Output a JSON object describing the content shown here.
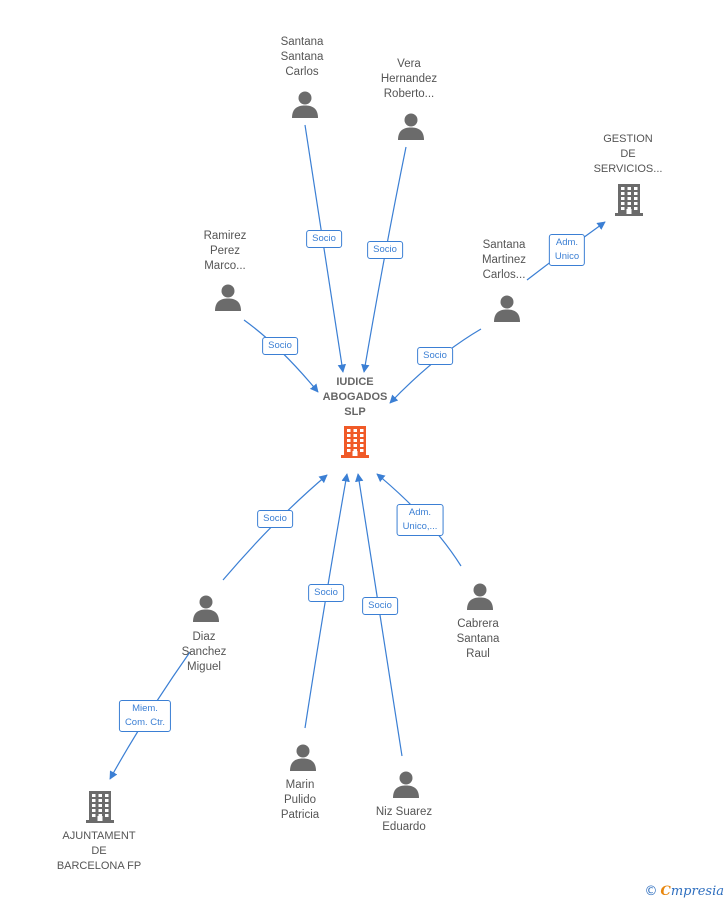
{
  "colors": {
    "edge": "#3b7fd4",
    "person": "#6b6b6b",
    "company": "#6b6b6b",
    "center": "#f05a28"
  },
  "center": {
    "label": "IUDICE\nABOGADOS\nSLP",
    "icon": "building-icon"
  },
  "nodes": [
    {
      "id": "santana-carlos",
      "type": "person",
      "label": "Santana\nSantana\nCarlos"
    },
    {
      "id": "vera-roberto",
      "type": "person",
      "label": "Vera\nHernandez\nRoberto..."
    },
    {
      "id": "ramirez-marco",
      "type": "person",
      "label": "Ramirez\nPerez\nMarco..."
    },
    {
      "id": "santana-martinez",
      "type": "person",
      "label": "Santana\nMartinez\nCarlos..."
    },
    {
      "id": "gestion",
      "type": "company",
      "label": "GESTION\nDE\nSERVICIOS..."
    },
    {
      "id": "diaz-miguel",
      "type": "person",
      "label": "Diaz\nSanchez\nMiguel"
    },
    {
      "id": "cabrera-raul",
      "type": "person",
      "label": "Cabrera\nSantana\nRaul"
    },
    {
      "id": "marin-patricia",
      "type": "person",
      "label": "Marin\nPulido\nPatricia"
    },
    {
      "id": "niz-eduardo",
      "type": "person",
      "label": "Niz Suarez\nEduardo"
    },
    {
      "id": "ajuntament",
      "type": "company",
      "label": "AJUNTAMENT\nDE\nBARCELONA FP"
    }
  ],
  "edges": [
    {
      "from": "santana-carlos",
      "to": "center",
      "label": "Socio"
    },
    {
      "from": "vera-roberto",
      "to": "center",
      "label": "Socio"
    },
    {
      "from": "ramirez-marco",
      "to": "center",
      "label": "Socio"
    },
    {
      "from": "santana-martinez",
      "to": "center",
      "label": "Socio"
    },
    {
      "from": "santana-martinez",
      "to": "gestion",
      "label": "Adm.\nUnico"
    },
    {
      "from": "diaz-miguel",
      "to": "center",
      "label": "Socio"
    },
    {
      "from": "marin-patricia",
      "to": "center",
      "label": "Socio"
    },
    {
      "from": "niz-eduardo",
      "to": "center",
      "label": "Socio"
    },
    {
      "from": "cabrera-raul",
      "to": "center",
      "label": "Adm.\nUnico,..."
    },
    {
      "from": "diaz-miguel",
      "to": "ajuntament",
      "label": "Miem.\nCom. Ctr."
    }
  ],
  "brand": {
    "copyright": "©",
    "initial": "C",
    "rest": "mpresia"
  }
}
